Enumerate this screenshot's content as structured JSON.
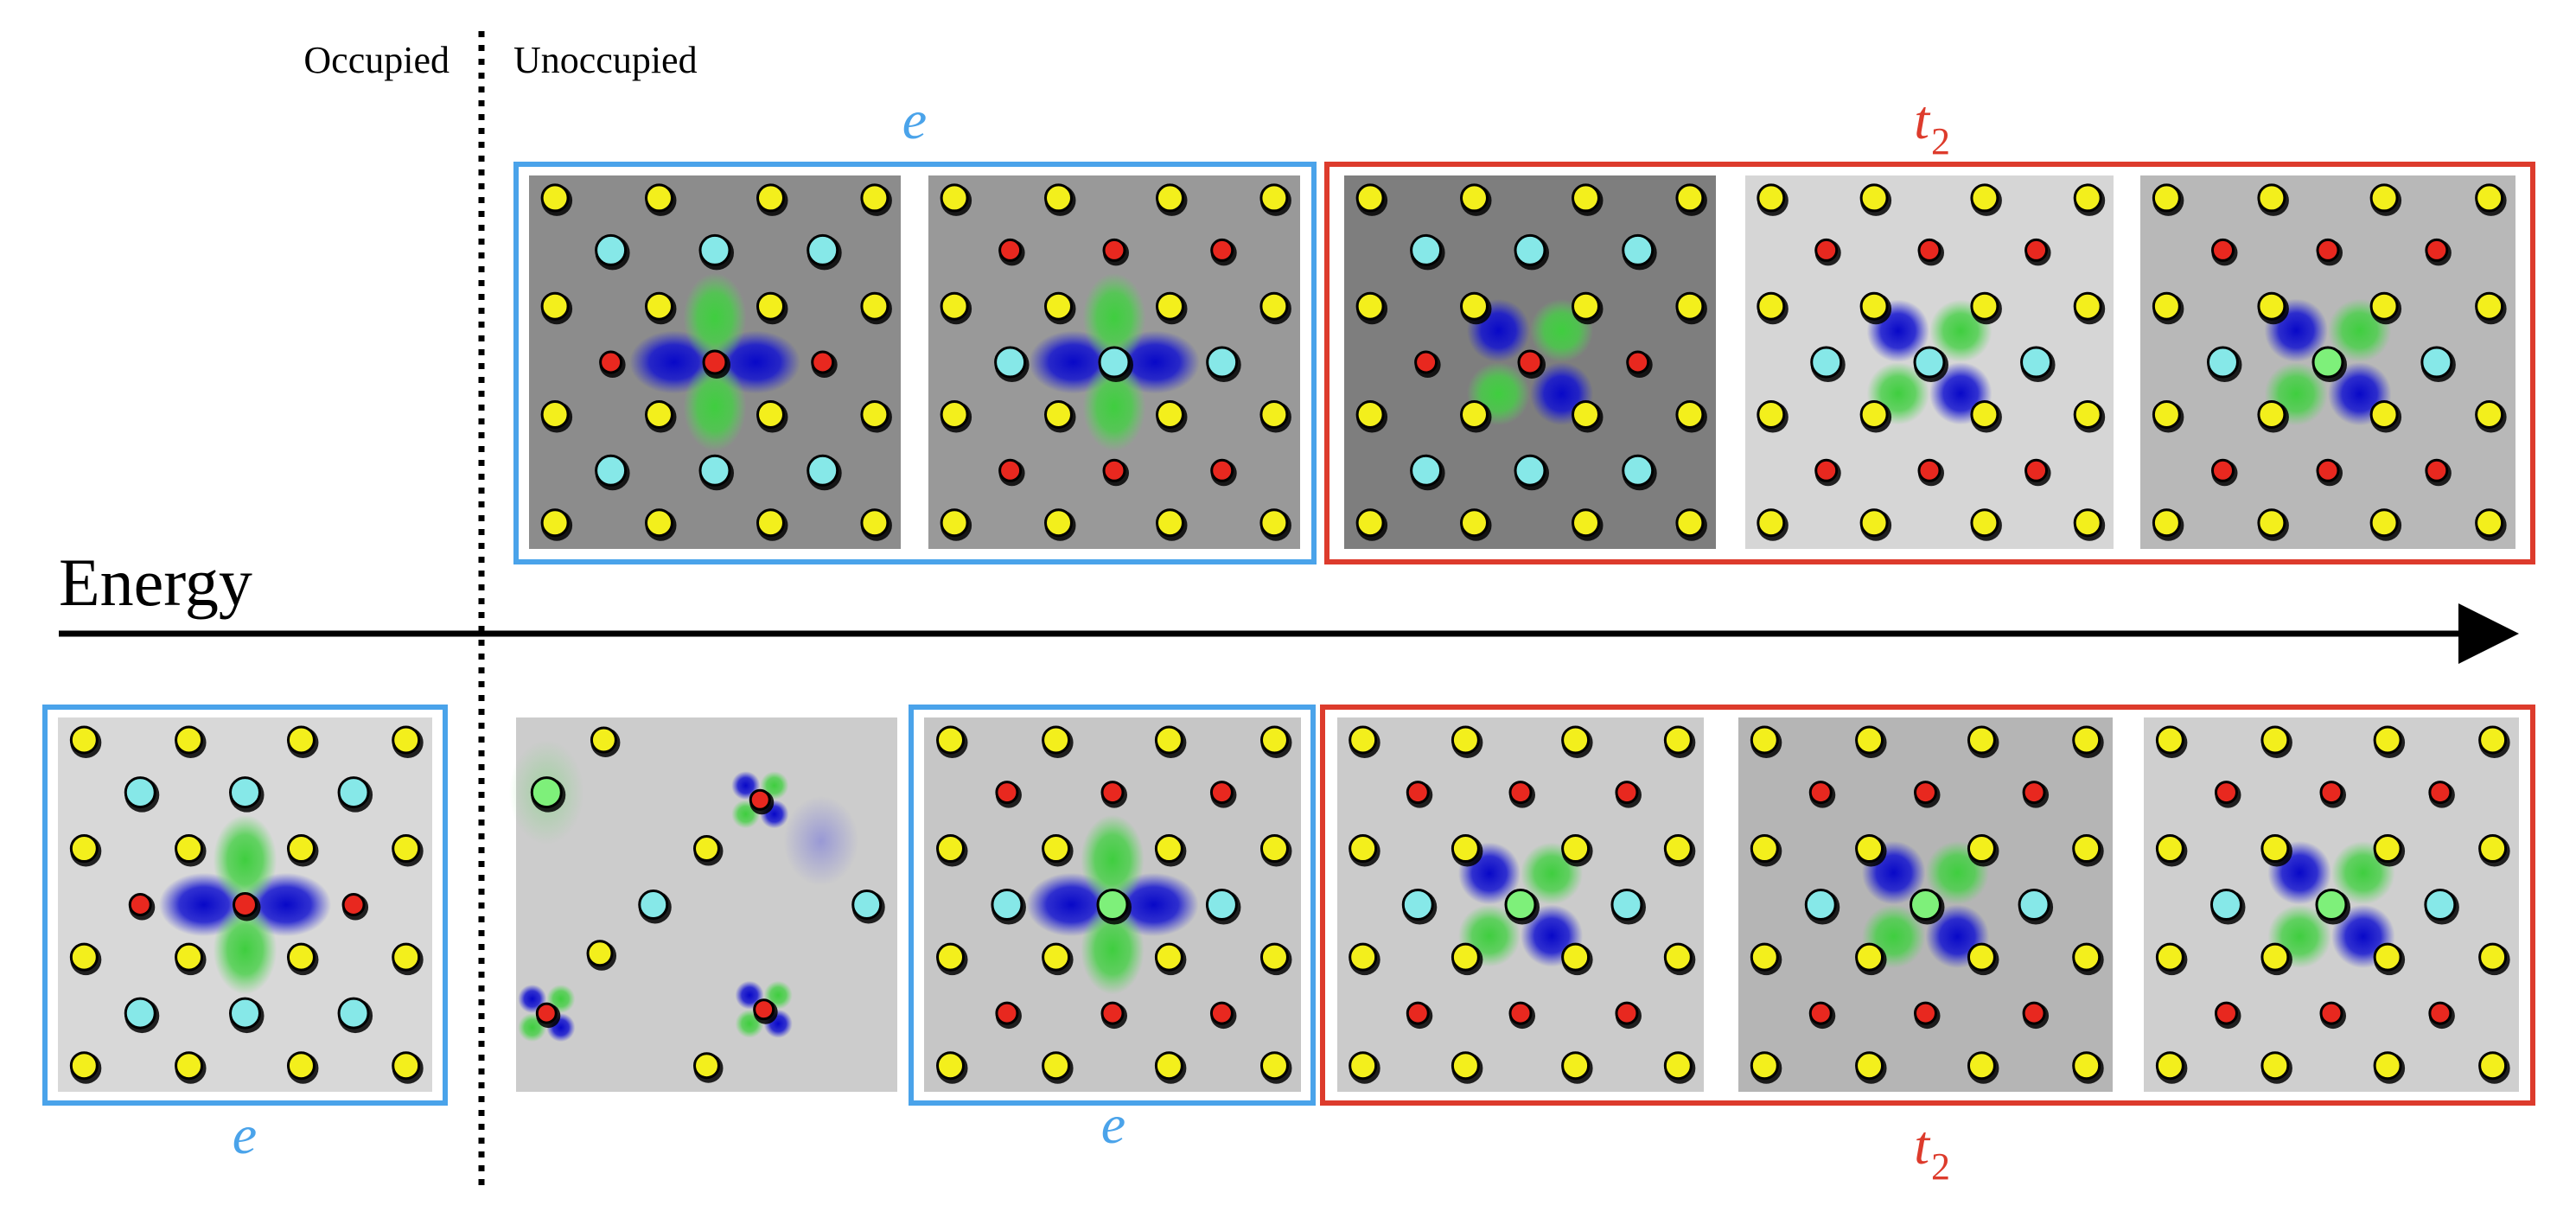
{
  "labels": {
    "occupied": "Occupied",
    "unoccupied": "Unoccupied",
    "energy": "Energy",
    "e": "e",
    "t": "t",
    "t_sub": "2"
  },
  "colors": {
    "e_group": "#4aa3ea",
    "t2_group": "#dd3b2c",
    "atom_yellow": "#f3ef1c",
    "atom_cyan": "#86e8e8",
    "atom_red": "#e8281f",
    "atom_green": "#7ef07a",
    "lobe_blue": "#0a0ad0",
    "lobe_green": "#3fce3f"
  },
  "panels_top": [
    {
      "bg": "#8c8c8c",
      "orbital": "dx2y2",
      "center": "red",
      "group": "e"
    },
    {
      "bg": "#999999",
      "orbital": "dx2y2",
      "center": "cyan",
      "group": "e"
    },
    {
      "bg": "#7e7e7e",
      "orbital": "dxy",
      "center": "red",
      "group": "t2"
    },
    {
      "bg": "#d6d6d6",
      "orbital": "dxy",
      "center": "cyan",
      "group": "t2"
    },
    {
      "bg": "#b8b8b8",
      "orbital": "dxy",
      "center": "green",
      "group": "t2"
    }
  ],
  "panels_bottom": [
    {
      "bg": "#d8d8d8",
      "orbital": "dx2y2",
      "center": "red",
      "group": "e"
    },
    {
      "bg": "#cccccc",
      "orbital": "none",
      "center": "none",
      "group": "none"
    },
    {
      "bg": "#c6c6c6",
      "orbital": "dx2y2",
      "center": "green",
      "group": "e"
    },
    {
      "bg": "#cbcbcb",
      "orbital": "dxy",
      "center": "green",
      "group": "t2"
    },
    {
      "bg": "#b5b5b5",
      "orbital": "dxy",
      "center": "green",
      "group": "t2"
    },
    {
      "bg": "#cfcfcf",
      "orbital": "dxy",
      "center": "green",
      "group": "t2"
    }
  ]
}
